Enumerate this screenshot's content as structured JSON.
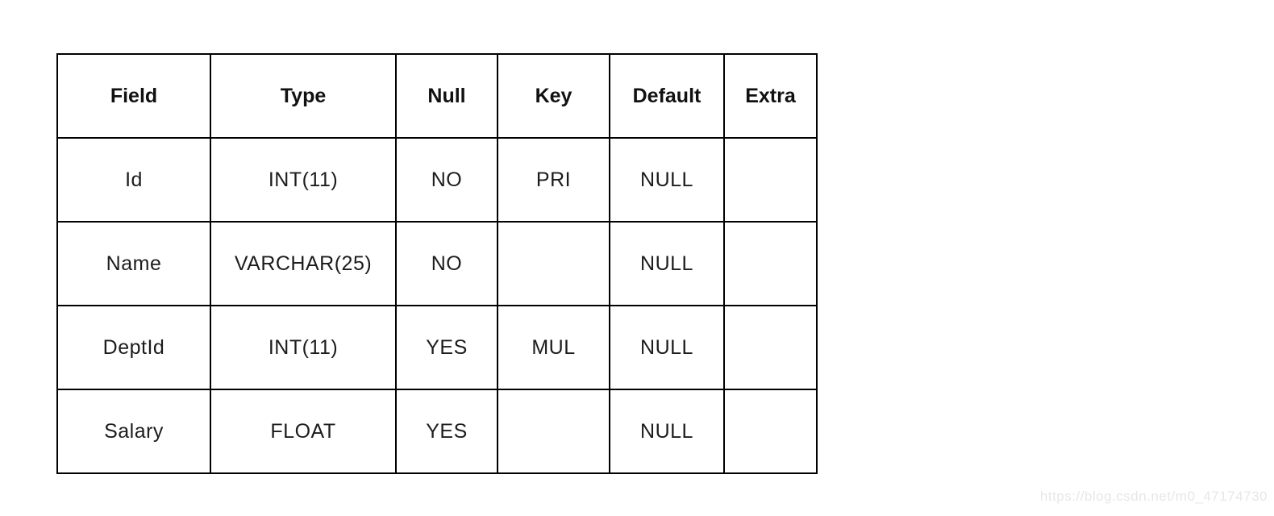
{
  "table": {
    "headers": [
      "Field",
      "Type",
      "Null",
      "Key",
      "Default",
      "Extra"
    ],
    "rows": [
      [
        "Id",
        "INT(11)",
        "NO",
        "PRI",
        "NULL",
        ""
      ],
      [
        "Name",
        "VARCHAR(25)",
        "NO",
        "",
        "NULL",
        ""
      ],
      [
        "DeptId",
        "INT(11)",
        "YES",
        "MUL",
        "NULL",
        ""
      ],
      [
        "Salary",
        "FLOAT",
        "YES",
        "",
        "NULL",
        ""
      ]
    ]
  },
  "watermark": {
    "text": "https://blog.csdn.net/m0_47174730"
  },
  "colors": {
    "background": "#ffffff",
    "border": "#000000",
    "header_text": "#111111",
    "cell_text": "#1c1c1c",
    "watermark_text": "#e7e7e7"
  }
}
